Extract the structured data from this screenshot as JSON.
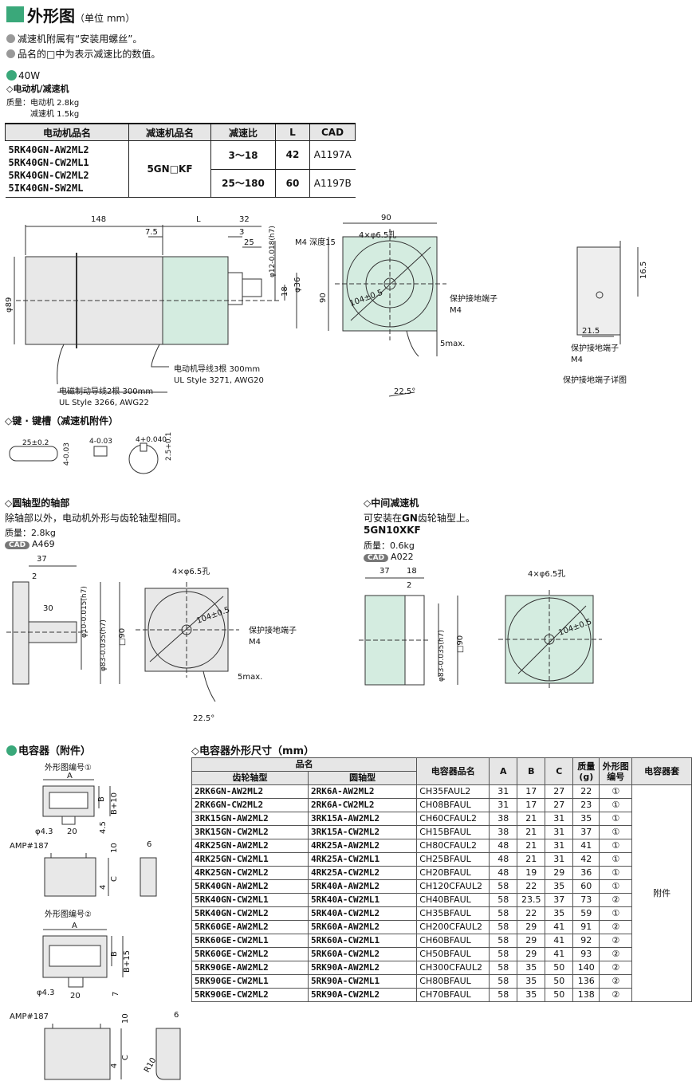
{
  "header": {
    "title": "外形图",
    "unit": "（单位 mm）"
  },
  "notes": [
    "减速机附属有“安装用螺丝”。",
    "品名的□中为表示减速比的数值。"
  ],
  "section40": {
    "label": "40W",
    "sub": "◇电动机/减速机",
    "mass1": "质量：电动机   2.8kg",
    "mass2": "减速机   1.5kg"
  },
  "table1": {
    "headers": [
      "电动机品名",
      "减速机品名",
      "减速比",
      "L",
      "CAD"
    ],
    "motors": "5RK40GN-AW2ML2\n5RK40GN-CW2ML1\n5RK40GN-CW2ML2\n5IK40GN-SW2ML",
    "gear": "5GN□KF",
    "rows": [
      {
        "ratio": "3～18",
        "L": "42",
        "cad": "A1197A"
      },
      {
        "ratio": "25～180",
        "L": "60",
        "cad": "A1197B"
      }
    ]
  },
  "drawing1": {
    "dims": [
      "148",
      "L",
      "32",
      "7.5",
      "3",
      "25",
      "φ89",
      "φ12-0.018(h7)",
      "φ36",
      "18",
      "M4 深度15",
      "4×φ6.5孔",
      "90",
      "90",
      "104±0.5",
      "保护接地端子",
      "M4",
      "5max.",
      "22.5°",
      "16.5",
      "21.5",
      "保护接地端子",
      "M4",
      "保护接地端子详图"
    ],
    "lead1": "电动机导线3根 300mm",
    "lead1b": "UL Style 3271, AWG20",
    "lead2": "电磁制动导线2根  300mm",
    "lead2b": "UL Style 3266, AWG22"
  },
  "key": {
    "title": "◇键 · 键槽（减速机附件）",
    "d1": "25±0.2",
    "d2": "4-0.03",
    "d3": "4-0.03",
    "d4": "4+0.040",
    "d5": "2.5+0.1"
  },
  "round": {
    "title": "◇圆轴型的轴部",
    "desc": "除轴部以外，电动机外形与齿轮轴型相同。",
    "mass": "质量：2.8kg",
    "cad": "A469",
    "dims": [
      "37",
      "2",
      "30",
      "φ10-0.015(h7)",
      "φ83-0.035(h7)",
      "□90",
      "4×φ6.5孔",
      "104±0.5",
      "保护接地端子",
      "M4",
      "5max.",
      "22.5°"
    ]
  },
  "middle": {
    "title": "◇中间减速机",
    "desc1": "可安装在",
    "desc2": "GN",
    "desc3": "齿轮轴型上。",
    "model": "5GN10XKF",
    "mass": "质量：0.6kg",
    "cad": "A022",
    "dims": [
      "37",
      "18",
      "2",
      "φ83-0.035(h7)",
      "□90",
      "4×φ6.5孔",
      "104±0.5"
    ]
  },
  "cap": {
    "title": "电容器（附件）",
    "fig1": "外形图编号①",
    "fig2": "外形图编号②",
    "dims1": [
      "A",
      "B",
      "B+10",
      "φ4.3",
      "20",
      "4.5",
      "AMP#187",
      "10",
      "6",
      "C",
      "4"
    ],
    "dims2": [
      "A",
      "B",
      "B+15",
      "φ4.3",
      "20",
      "7",
      "AMP#187",
      "10",
      "6",
      "C",
      "4",
      "R10"
    ]
  },
  "table2": {
    "title": "◇电容器外形尺寸（mm）",
    "h_name": "品名",
    "h_gear": "齿轮轴型",
    "h_round": "圆轴型",
    "h_cap": "电容器品名",
    "h_A": "A",
    "h_B": "B",
    "h_C": "C",
    "h_mass": "质量(g)",
    "h_fig": "外形图编号",
    "h_set": "电容器套",
    "set": "附件",
    "rows": [
      [
        "2RK6GN-AW2ML2",
        "2RK6A-AW2ML2",
        "CH35FAUL2",
        "31",
        "17",
        "27",
        "22",
        "①"
      ],
      [
        "2RK6GN-CW2ML2",
        "2RK6A-CW2ML2",
        "CH08BFAUL",
        "31",
        "17",
        "27",
        "23",
        "①"
      ],
      [
        "3RK15GN-AW2ML2",
        "3RK15A-AW2ML2",
        "CH60CFAUL2",
        "38",
        "21",
        "31",
        "35",
        "①"
      ],
      [
        "3RK15GN-CW2ML2",
        "3RK15A-CW2ML2",
        "CH15BFAUL",
        "38",
        "21",
        "31",
        "37",
        "①"
      ],
      [
        "4RK25GN-AW2ML2",
        "4RK25A-AW2ML2",
        "CH80CFAUL2",
        "48",
        "21",
        "31",
        "41",
        "①"
      ],
      [
        "4RK25GN-CW2ML1",
        "4RK25A-CW2ML1",
        "CH25BFAUL",
        "48",
        "21",
        "31",
        "42",
        "①"
      ],
      [
        "4RK25GN-CW2ML2",
        "4RK25A-CW2ML2",
        "CH20BFAUL",
        "48",
        "19",
        "29",
        "36",
        "①"
      ],
      [
        "5RK40GN-AW2ML2",
        "5RK40A-AW2ML2",
        "CH120CFAUL2",
        "58",
        "22",
        "35",
        "60",
        "①"
      ],
      [
        "5RK40GN-CW2ML1",
        "5RK40A-CW2ML1",
        "CH40BFAUL",
        "58",
        "23.5",
        "37",
        "73",
        "②"
      ],
      [
        "5RK40GN-CW2ML2",
        "5RK40A-CW2ML2",
        "CH35BFAUL",
        "58",
        "22",
        "35",
        "59",
        "①"
      ],
      [
        "5RK60GE-AW2ML2",
        "5RK60A-AW2ML2",
        "CH200CFAUL2",
        "58",
        "29",
        "41",
        "91",
        "②"
      ],
      [
        "5RK60GE-CW2ML1",
        "5RK60A-CW2ML1",
        "CH60BFAUL",
        "58",
        "29",
        "41",
        "92",
        "②"
      ],
      [
        "5RK60GE-CW2ML2",
        "5RK60A-CW2ML2",
        "CH50BFAUL",
        "58",
        "29",
        "41",
        "93",
        "②"
      ],
      [
        "5RK90GE-AW2ML2",
        "5RK90A-AW2ML2",
        "CH300CFAUL2",
        "58",
        "35",
        "50",
        "140",
        "②"
      ],
      [
        "5RK90GE-CW2ML1",
        "5RK90A-CW2ML1",
        "CH80BFAUL",
        "58",
        "35",
        "50",
        "136",
        "②"
      ],
      [
        "5RK90GE-CW2ML2",
        "5RK90A-CW2ML2",
        "CH70BFAUL",
        "58",
        "35",
        "50",
        "138",
        "②"
      ]
    ]
  }
}
